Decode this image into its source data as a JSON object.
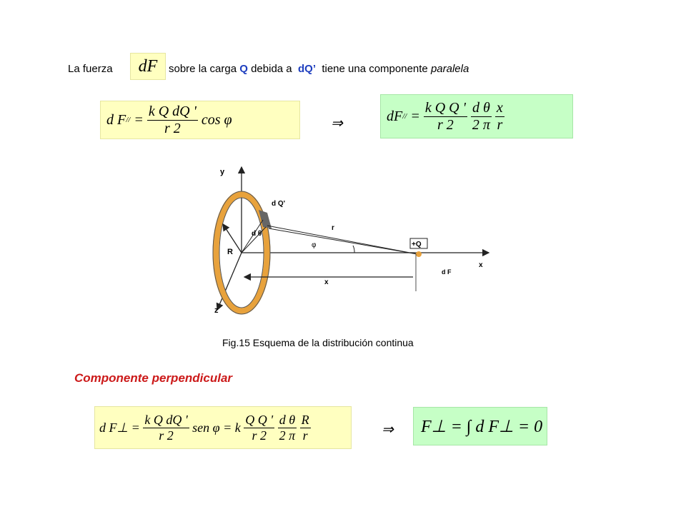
{
  "intro": {
    "t1": "La fuerza",
    "t2": "sobre la carga",
    "q": "Q",
    "t3": "debida a",
    "dq": "dQ’",
    "t4": "tiene una componente",
    "parallel": "paralela"
  },
  "eq_df": "dF",
  "eq1": {
    "lhs": "d F",
    "sub": "//",
    "eq": "=",
    "num": "k Q dQ '",
    "den": "r 2",
    "tail": "cos  φ"
  },
  "implies": "⇒",
  "eq2": {
    "lhs": "dF",
    "sub": "//",
    "eq": "=",
    "num1": "k Q Q '",
    "den1": "r 2",
    "num2": "d θ",
    "den2": "2 π",
    "num3": "x",
    "den3": "r"
  },
  "figure": {
    "y": "y",
    "z": "z",
    "x": "x",
    "dq": "d Q'",
    "dtheta": "d θ",
    "R": "R",
    "r": "r",
    "phi": "φ",
    "plusq": "+Q",
    "xdist": "x",
    "dF": "d F"
  },
  "caption": "Fig.15  Esquema de la distribución continua",
  "heading": "Componente  perpendicular",
  "eq3": {
    "lhs": "d F⊥ =",
    "num1": "k Q dQ '",
    "den1": "r 2",
    "mid": "sen  φ = k",
    "num2": "Q Q '",
    "den2": "r 2",
    "num3": "d θ",
    "den3": "2 π",
    "num4": "R",
    "den4": "r"
  },
  "eq4": {
    "text": "F⊥ = ∫ d F⊥ = 0"
  },
  "colors": {
    "yellow_box": "#ffffc0",
    "green_box": "#c6ffc6",
    "blue_text": "#1f3fbf",
    "red_heading": "#cc1a1a",
    "ring": "#e8a23c"
  }
}
